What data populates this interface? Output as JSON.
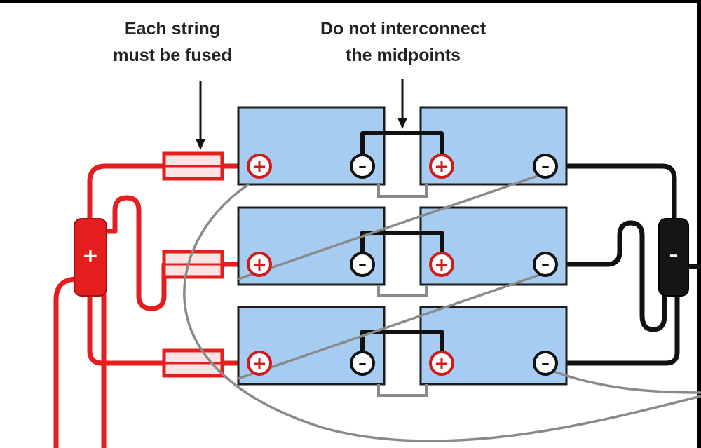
{
  "callouts": {
    "fuse": [
      "Each string",
      "must be fused"
    ],
    "midpoints": [
      "Do not interconnect",
      "the midpoints"
    ]
  },
  "busbars": {
    "positive_symbol": "+",
    "negative_symbol": "–"
  },
  "terminals": {
    "positive_symbol": "+",
    "negative_symbol": "–"
  },
  "colors": {
    "battery_fill": "#a6cdf1",
    "battery_border": "#1b1b1b",
    "positive_wire": "#e41e1e",
    "negative_wire": "#111111",
    "balancing_wire": "#8a8a8a",
    "fuse_fill": "#fbe3e3"
  },
  "layout": {
    "strings": 3,
    "batteries_per_string": 2
  }
}
